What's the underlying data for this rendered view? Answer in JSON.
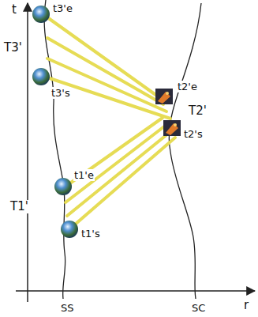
{
  "diagram": {
    "labels": [
      "t",
      "t3'e",
      "T3'",
      "t3's",
      "t2'e",
      "T2'",
      "t2's",
      "t1'e",
      "T1'",
      "t1's",
      "r",
      "SS",
      "SC"
    ]
  }
}
